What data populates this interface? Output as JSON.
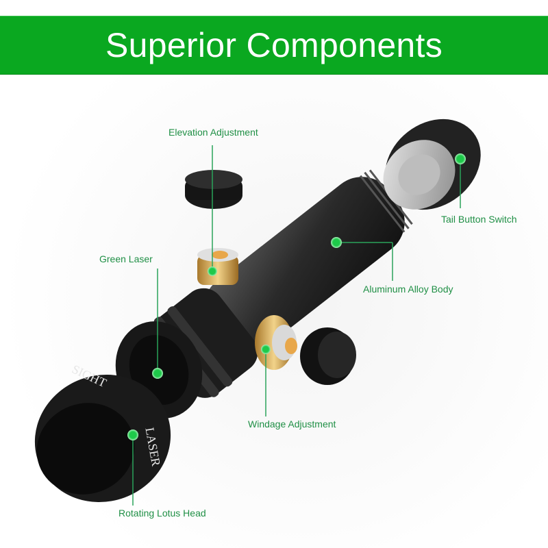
{
  "banner": {
    "title": "Superior Components",
    "color": "#0aa820"
  },
  "accent_color": "#1f8f45",
  "callout_dot_color": "#1ec94a",
  "callouts": [
    {
      "id": "elevation",
      "label": "Elevation Adjustment"
    },
    {
      "id": "tail",
      "label": "Tail Button Switch"
    },
    {
      "id": "green-laser",
      "label": "Green Laser"
    },
    {
      "id": "body",
      "label": "Aluminum Alloy Body"
    },
    {
      "id": "windage",
      "label": "Windage Adjustment"
    },
    {
      "id": "lotus",
      "label": "Rotating Lotus Head"
    }
  ],
  "product_markings": {
    "head_text_1": "LASER",
    "head_text_2": "SIGHT"
  }
}
